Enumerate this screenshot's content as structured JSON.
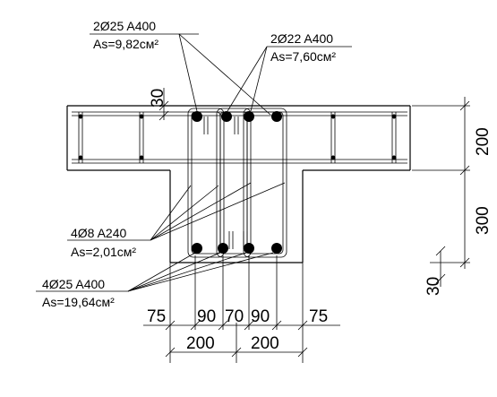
{
  "labels": {
    "top_rebar_left": "2Ø25 A400",
    "top_rebar_left_area": "As=9,82см²",
    "top_rebar_right": "2Ø22 A400",
    "top_rebar_right_area": "As=7,60см²",
    "stirrups": "4Ø8 A240",
    "stirrups_area": "As=2,01см²",
    "bottom_rebar": "4Ø25 A400",
    "bottom_rebar_area": "As=19,64см²"
  },
  "dimensions": {
    "cover_top": "30",
    "slab_thickness": "200",
    "web_height": "300",
    "cover_bottom": "30",
    "left_75": "75",
    "d90_left": "90",
    "d70": "70",
    "d90_right": "90",
    "right_75": "75",
    "half_left": "200",
    "half_right": "200"
  }
}
